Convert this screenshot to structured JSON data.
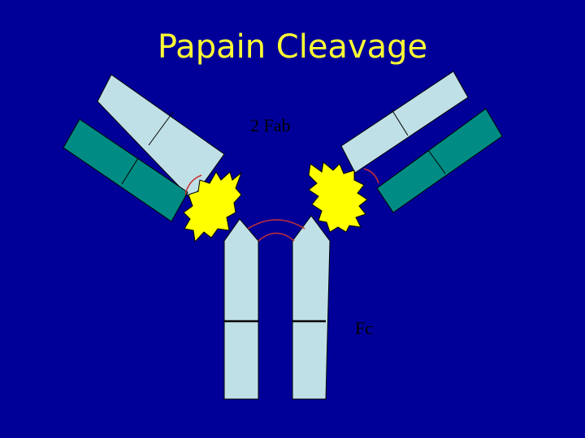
{
  "slide": {
    "title": "Papain Cleavage",
    "labels": {
      "fab": "2 Fab",
      "fc": "Fc"
    }
  },
  "colors": {
    "background": "#000099",
    "title": "#FFFF33",
    "light_chain_region": "#BFE0E6",
    "heavy_chain_region": "#008C84",
    "cleavage_burst": "#FFFF00",
    "disulfide_bond": "#C83232",
    "outline": "#000000"
  }
}
